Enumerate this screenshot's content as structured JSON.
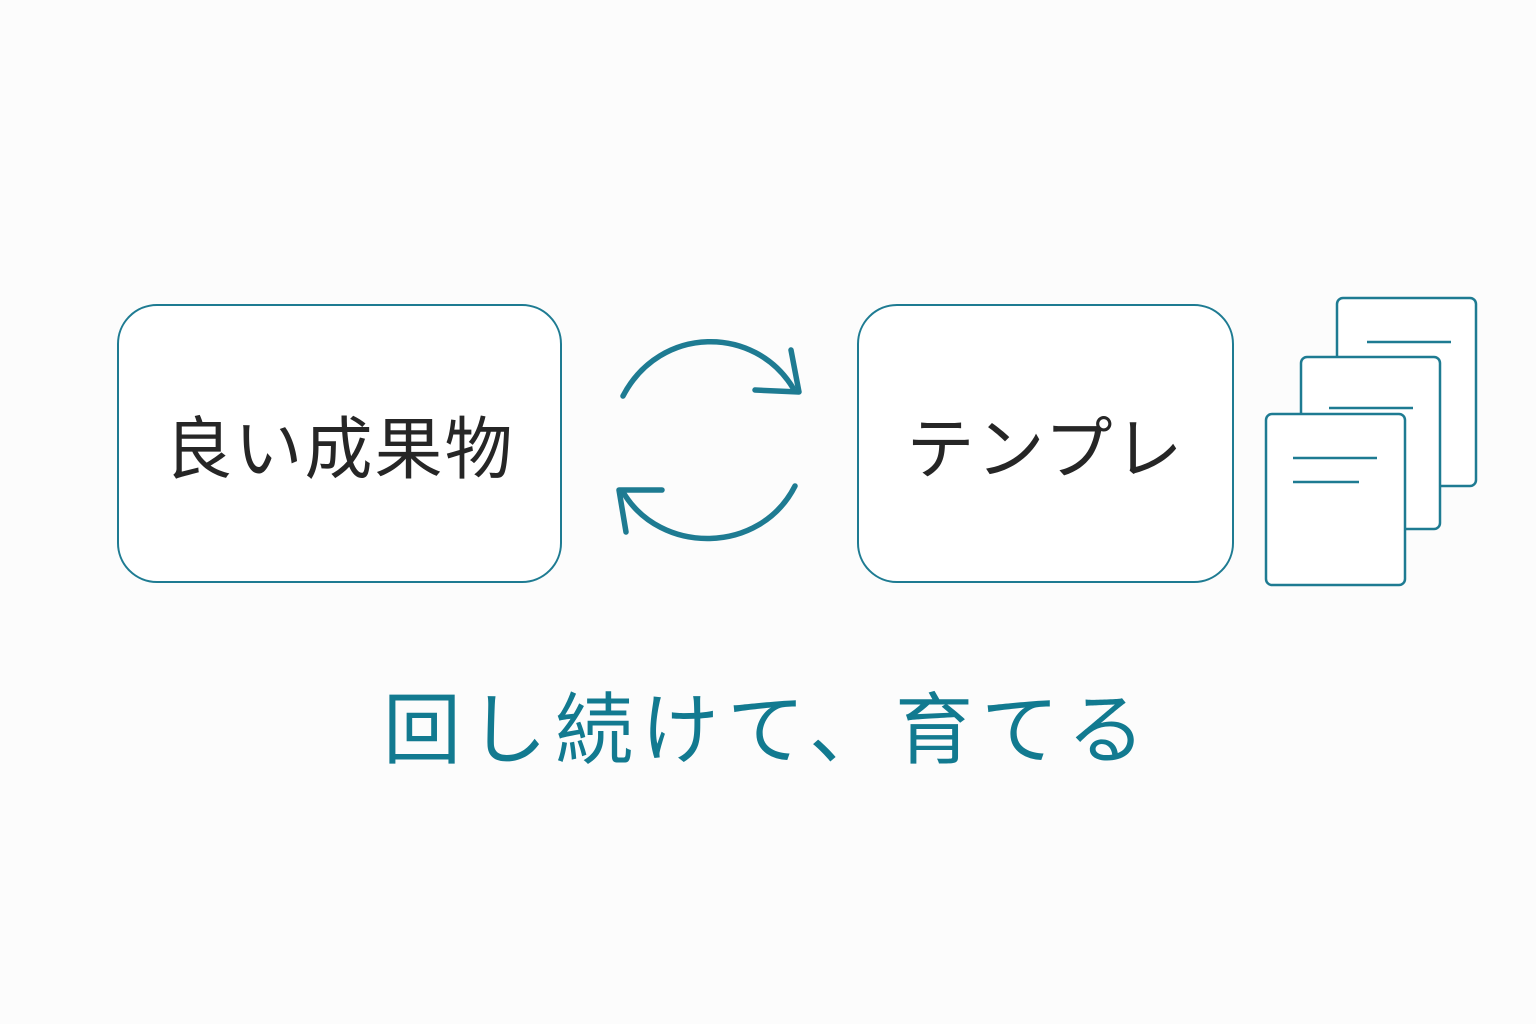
{
  "diagram": {
    "left_box": {
      "label": "良い成果物"
    },
    "right_box": {
      "label": "テンプレ"
    },
    "cycle": {
      "icon": "refresh-cycle-icon"
    },
    "documents": {
      "icon": "document-stack-icon",
      "count": 3
    },
    "tagline": "回し続けて、育てる"
  },
  "colors": {
    "accent": "#1e7b92",
    "text": "#262626",
    "background": "#fcfcfc"
  }
}
